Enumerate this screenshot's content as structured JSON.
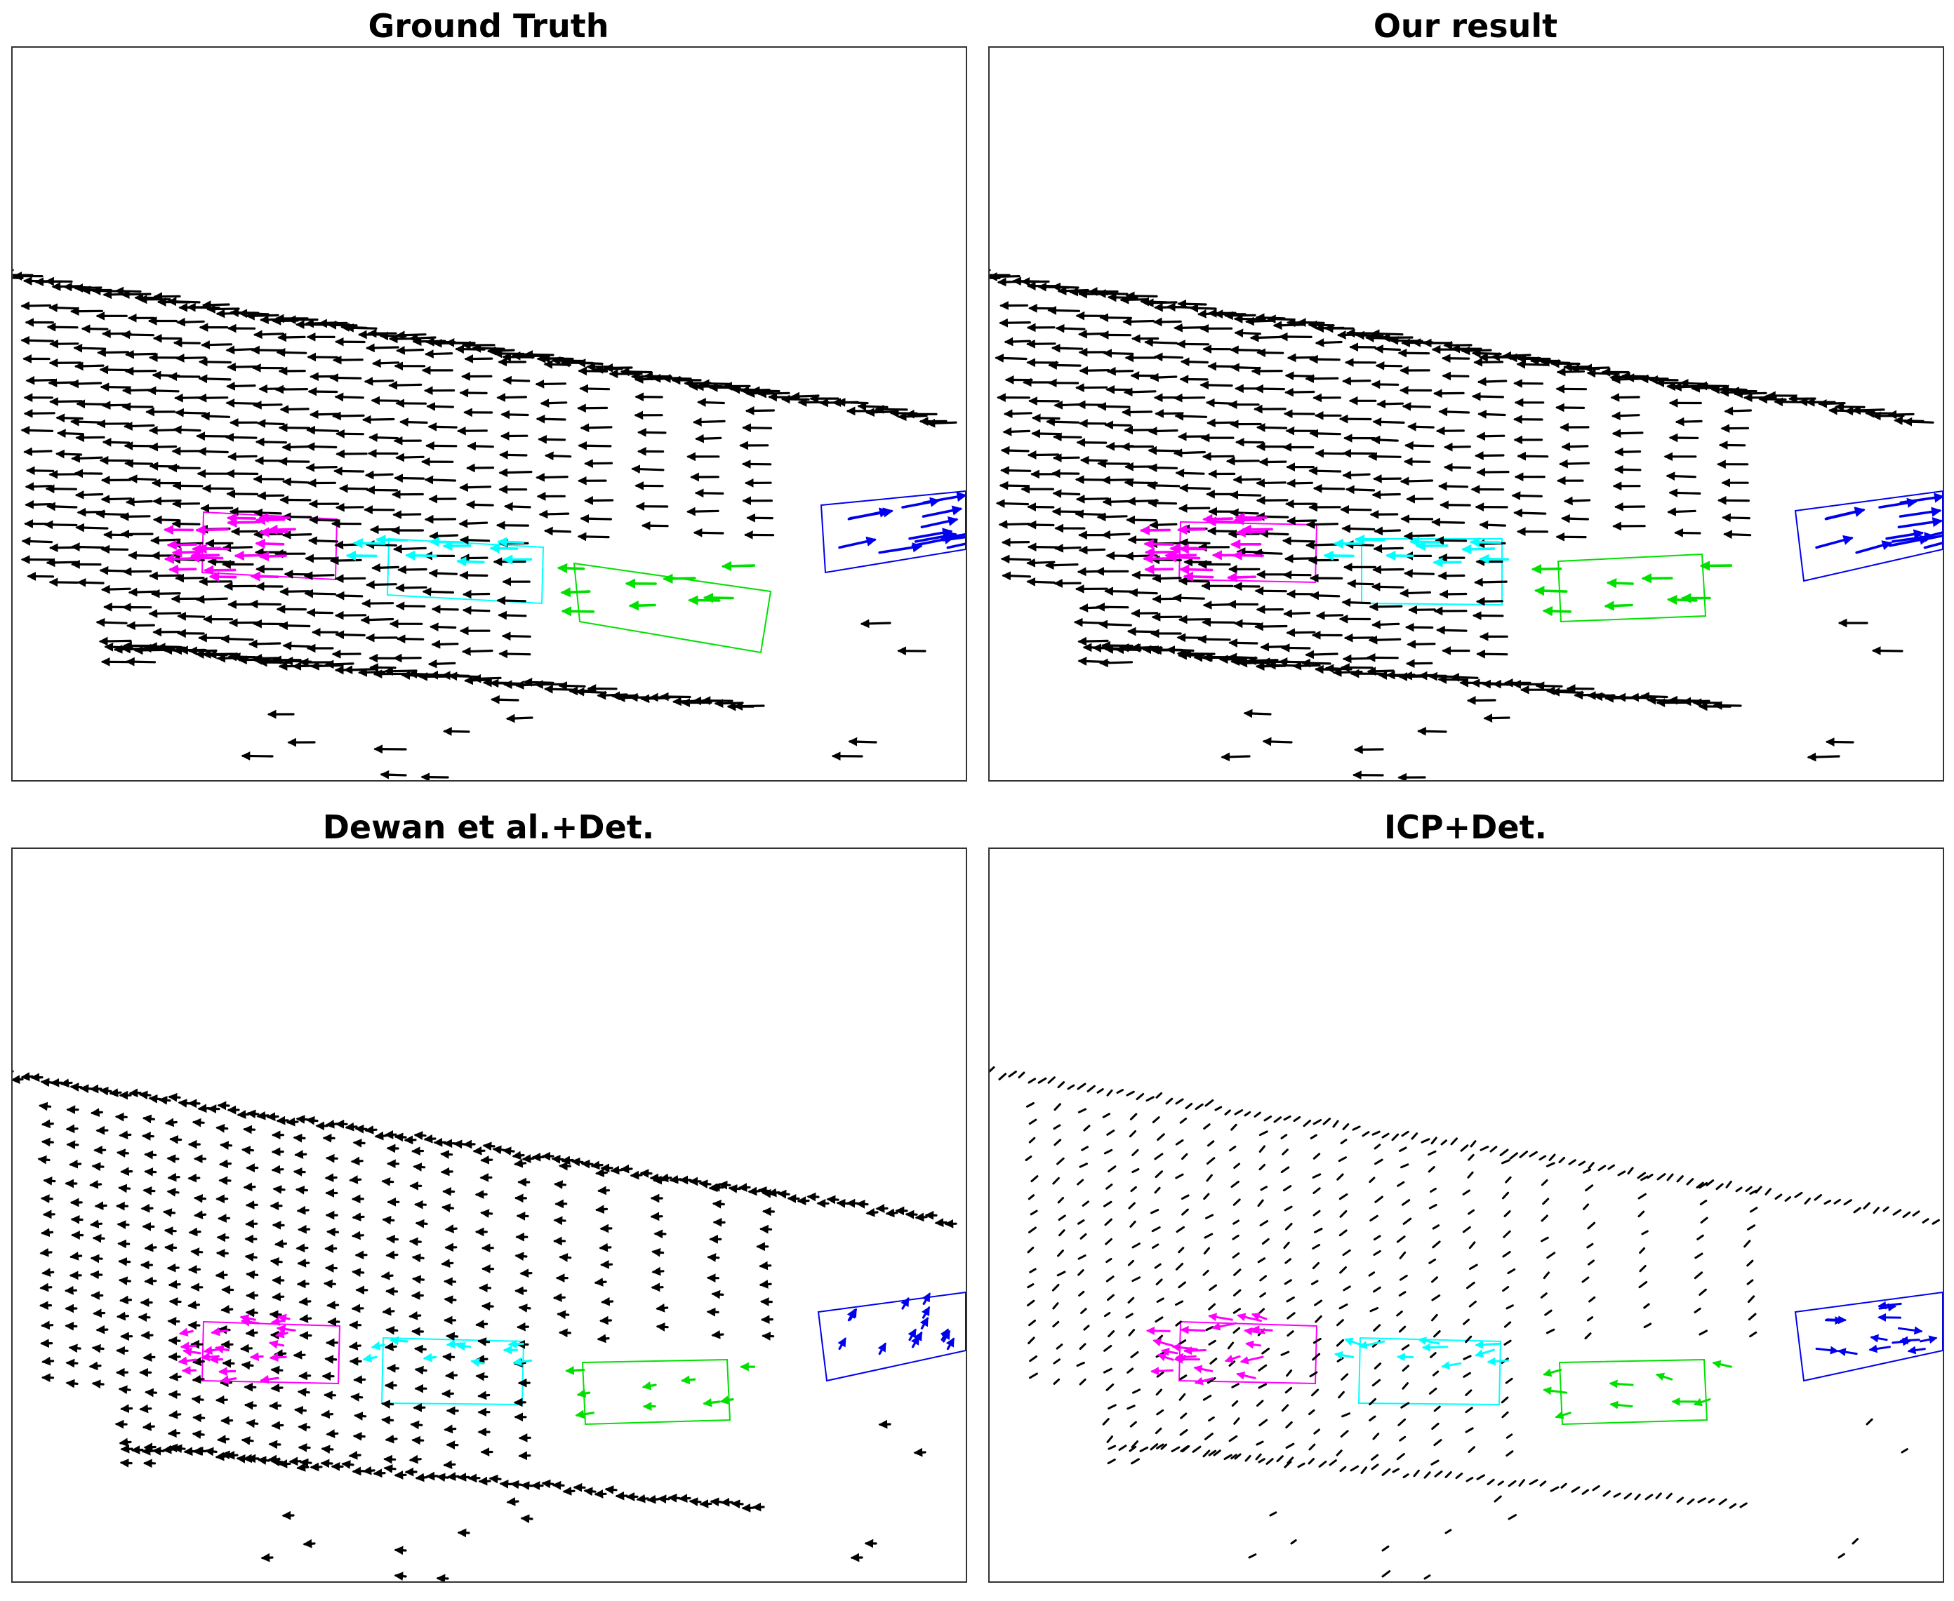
{
  "panels": [
    {
      "title": "Ground Truth",
      "style": "long"
    },
    {
      "title": "Our result",
      "style": "long"
    },
    {
      "title": "Dewan et al.+Det.",
      "style": "short"
    },
    {
      "title": "ICP+Det.",
      "style": "dot"
    }
  ],
  "colors": {
    "background_points": "#000000",
    "object_magenta": "#ff00ff",
    "object_cyan": "#00ffff",
    "object_green": "#00e000",
    "object_blue": "#0000ee",
    "frame": "#333333"
  },
  "icons": [
    "arrow-icon"
  ]
}
